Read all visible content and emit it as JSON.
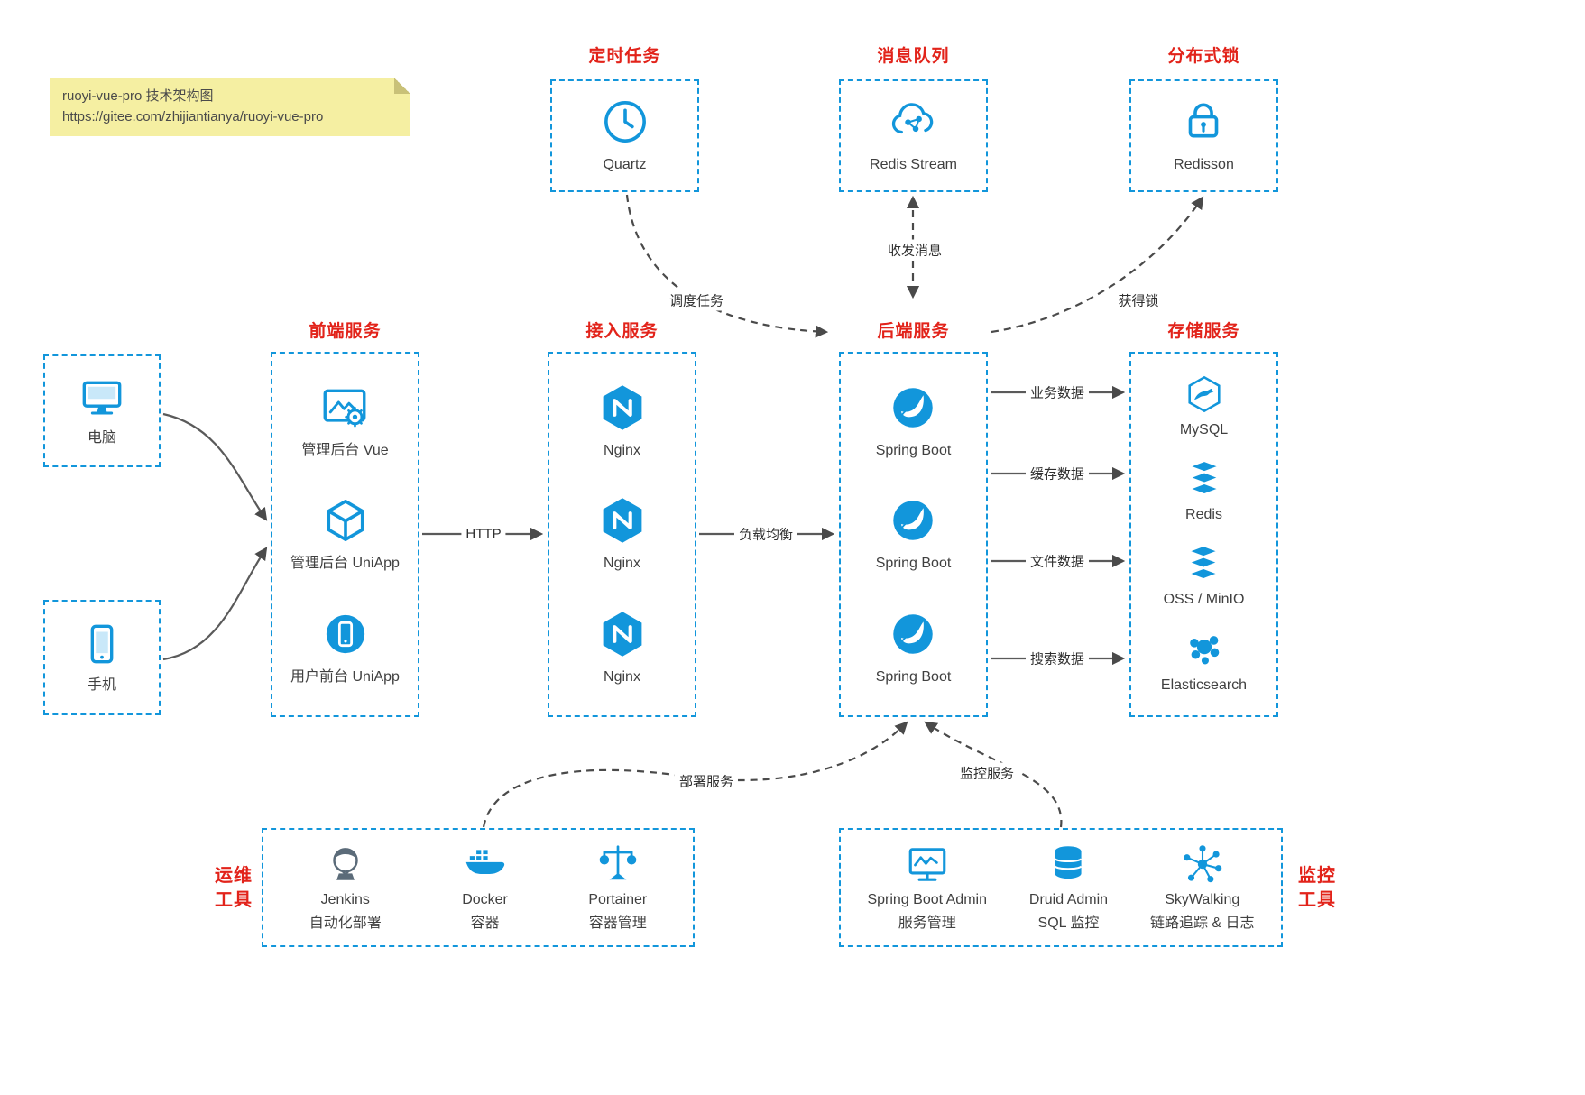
{
  "colors": {
    "accent_blue": "#1296db",
    "title_red": "#e2231a",
    "arrow_gray": "#4a4a4a",
    "note_yellow": "#f5efa2"
  },
  "note": {
    "line1": "ruoyi-vue-pro 技术架构图",
    "line2": "https://gitee.com/zhijiantianya/ruoyi-vue-pro"
  },
  "top": {
    "scheduler": {
      "title": "定时任务",
      "item": {
        "label": "Quartz",
        "icon": "clock-icon"
      }
    },
    "mq": {
      "title": "消息队列",
      "item": {
        "label": "Redis Stream",
        "icon": "cloud-network-icon"
      }
    },
    "lock": {
      "title": "分布式锁",
      "item": {
        "label": "Redisson",
        "icon": "lock-icon"
      }
    }
  },
  "clients": {
    "pc": {
      "label": "电脑",
      "icon": "computer-icon"
    },
    "mobile": {
      "label": "手机",
      "icon": "phone-icon"
    }
  },
  "columns": {
    "frontend": {
      "title": "前端服务",
      "items": [
        {
          "label": "管理后台 Vue",
          "icon": "admin-window-icon"
        },
        {
          "label": "管理后台 UniApp",
          "icon": "cube-icon"
        },
        {
          "label": "用户前台 UniApp",
          "icon": "user-app-icon"
        }
      ]
    },
    "gateway": {
      "title": "接入服务",
      "items": [
        {
          "label": "Nginx",
          "icon": "nginx-icon"
        },
        {
          "label": "Nginx",
          "icon": "nginx-icon"
        },
        {
          "label": "Nginx",
          "icon": "nginx-icon"
        }
      ]
    },
    "backend": {
      "title": "后端服务",
      "items": [
        {
          "label": "Spring Boot",
          "icon": "spring-icon"
        },
        {
          "label": "Spring Boot",
          "icon": "spring-icon"
        },
        {
          "label": "Spring Boot",
          "icon": "spring-icon"
        }
      ]
    },
    "storage": {
      "title": "存储服务",
      "items": [
        {
          "label": "MySQL",
          "icon": "mysql-icon"
        },
        {
          "label": "Redis",
          "icon": "redis-stack-icon"
        },
        {
          "label": "OSS / MinIO",
          "icon": "oss-stack-icon"
        },
        {
          "label": "Elasticsearch",
          "icon": "elasticsearch-icon"
        }
      ]
    }
  },
  "bottom": {
    "ops": {
      "side_label": "运维\n工具",
      "items": [
        {
          "label": "Jenkins",
          "sub": "自动化部署",
          "icon": "jenkins-icon"
        },
        {
          "label": "Docker",
          "sub": "容器",
          "icon": "docker-icon"
        },
        {
          "label": "Portainer",
          "sub": "容器管理",
          "icon": "portainer-icon"
        }
      ]
    },
    "monitor": {
      "side_label": "监控\n工具",
      "items": [
        {
          "label": "Spring Boot Admin",
          "sub": "服务管理",
          "icon": "monitor-chart-icon"
        },
        {
          "label": "Druid Admin",
          "sub": "SQL 监控",
          "icon": "database-icon"
        },
        {
          "label": "SkyWalking",
          "sub": "链路追踪 & 日志",
          "icon": "graph-network-icon"
        }
      ]
    }
  },
  "edges": {
    "http": "HTTP",
    "load_balance": "负载均衡",
    "schedule": "调度任务",
    "message": "收发消息",
    "acquire_lock": "获得锁",
    "business_data": "业务数据",
    "cache_data": "缓存数据",
    "file_data": "文件数据",
    "search_data": "搜索数据",
    "deploy": "部署服务",
    "monitor": "监控服务"
  }
}
